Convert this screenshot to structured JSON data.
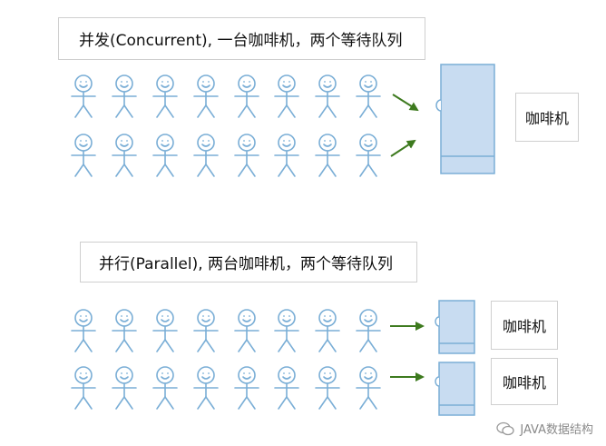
{
  "concurrent": {
    "title": "并发(Concurrent), 一台咖啡机，两个等待队列",
    "machine_label": "咖啡机"
  },
  "parallel": {
    "title": "并行(Parallel), 两台咖啡机，两个等待队列",
    "machine_labels": [
      "咖啡机",
      "咖啡机"
    ]
  },
  "watermark": "JAVA数据结构",
  "colors": {
    "person_stroke": "#7aaed6",
    "machine_fill": "#c8dcf1",
    "machine_stroke": "#7aaed6",
    "arrow": "#3d7a1e"
  }
}
